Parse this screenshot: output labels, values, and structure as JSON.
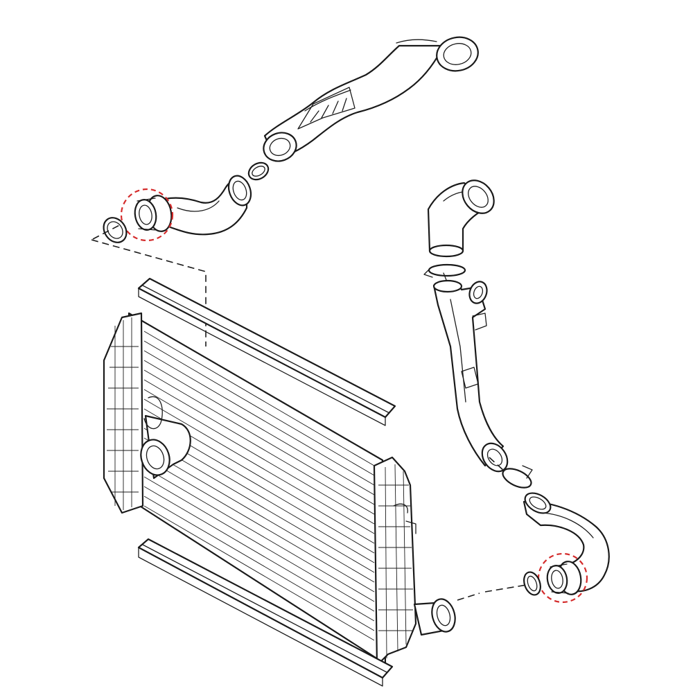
{
  "diagram": {
    "parts": [
      {
        "id": "upper-charge-pipe",
        "icon": "charge-air-pipe-icon"
      },
      {
        "id": "upper-hose",
        "icon": "hose-icon"
      },
      {
        "id": "upper-o-ring",
        "icon": "o-ring-icon"
      },
      {
        "id": "intercooler",
        "icon": "intercooler-icon"
      },
      {
        "id": "lower-elbow",
        "icon": "elbow-hose-icon"
      },
      {
        "id": "lower-charge-pipe",
        "icon": "charge-air-pipe-icon"
      },
      {
        "id": "lower-hose",
        "icon": "hose-icon"
      },
      {
        "id": "lower-o-ring",
        "icon": "o-ring-icon"
      }
    ],
    "highlight_color": "#d42b2b",
    "highlighted_parts": [
      "upper-hose-outlet-connector",
      "lower-hose-outlet-connector"
    ]
  }
}
